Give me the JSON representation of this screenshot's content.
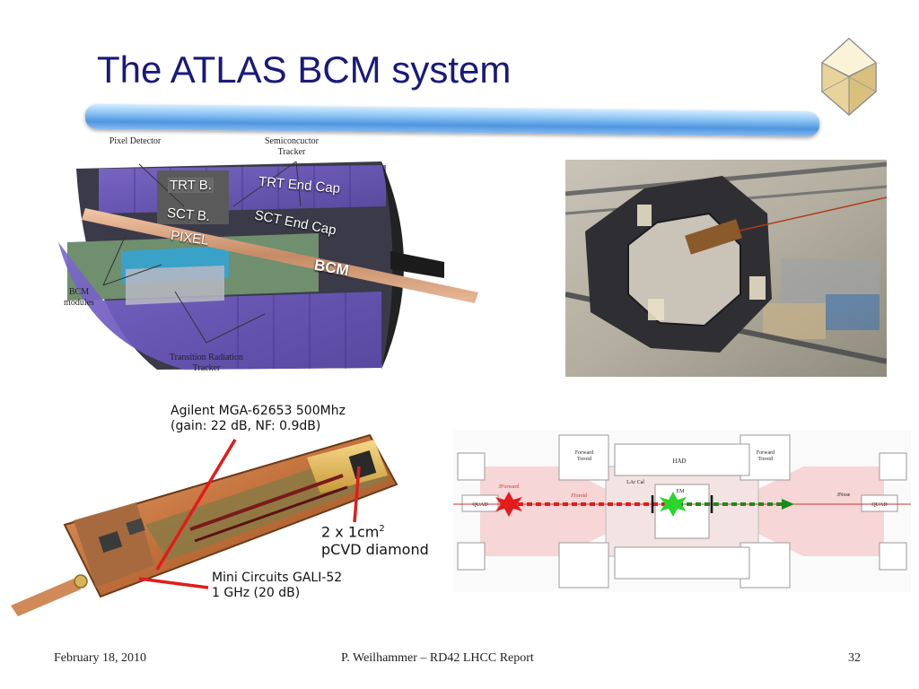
{
  "slide": {
    "title": "The ATLAS BCM system",
    "colors": {
      "title": "#1a1a7a",
      "callout_line": "#e21b1b",
      "bcm_label": "#ffffff"
    }
  },
  "detector": {
    "labels": {
      "pixel_detector": "Pixel Detector",
      "semiconductor_tracker": "Semiconcuctor Tracker",
      "bcm_modules": "BCM modules",
      "transition_radiation_tracker": "Transition Radiation Tracker"
    },
    "overlay": {
      "trt_b": "TRT B.",
      "trt_end_cap": "TRT End Cap",
      "sct_b": "SCT B.",
      "sct_end_cap": "SCT End Cap",
      "pixel": "PIXEL",
      "bcm": "BCM"
    }
  },
  "module": {
    "amp1_line1": "Agilent MGA-62653 500Mhz",
    "amp1_line2": "(gain: 22 dB, NF: 0.9dB)",
    "diamond_line1": "2 x 1cm",
    "diamond_sup": "2",
    "diamond_line2": "pCVD diamond",
    "amp2_line1": "Mini Circuits GALI-52",
    "amp2_line2": "1 GHz (20 dB)"
  },
  "layout_diagram": {
    "labels": {
      "forward_toroid": "Forward Toroid",
      "had": "HAD",
      "lar_cal": "LAr Cal",
      "em": "EM",
      "jforward": "JForward",
      "jtoroid": "JToroid",
      "quad": "QUAD",
      "jnose": "JNose"
    }
  },
  "footer": {
    "date": "February 18, 2010",
    "center": "P. Weilhammer – RD42 LHCC Report",
    "page": "32"
  }
}
